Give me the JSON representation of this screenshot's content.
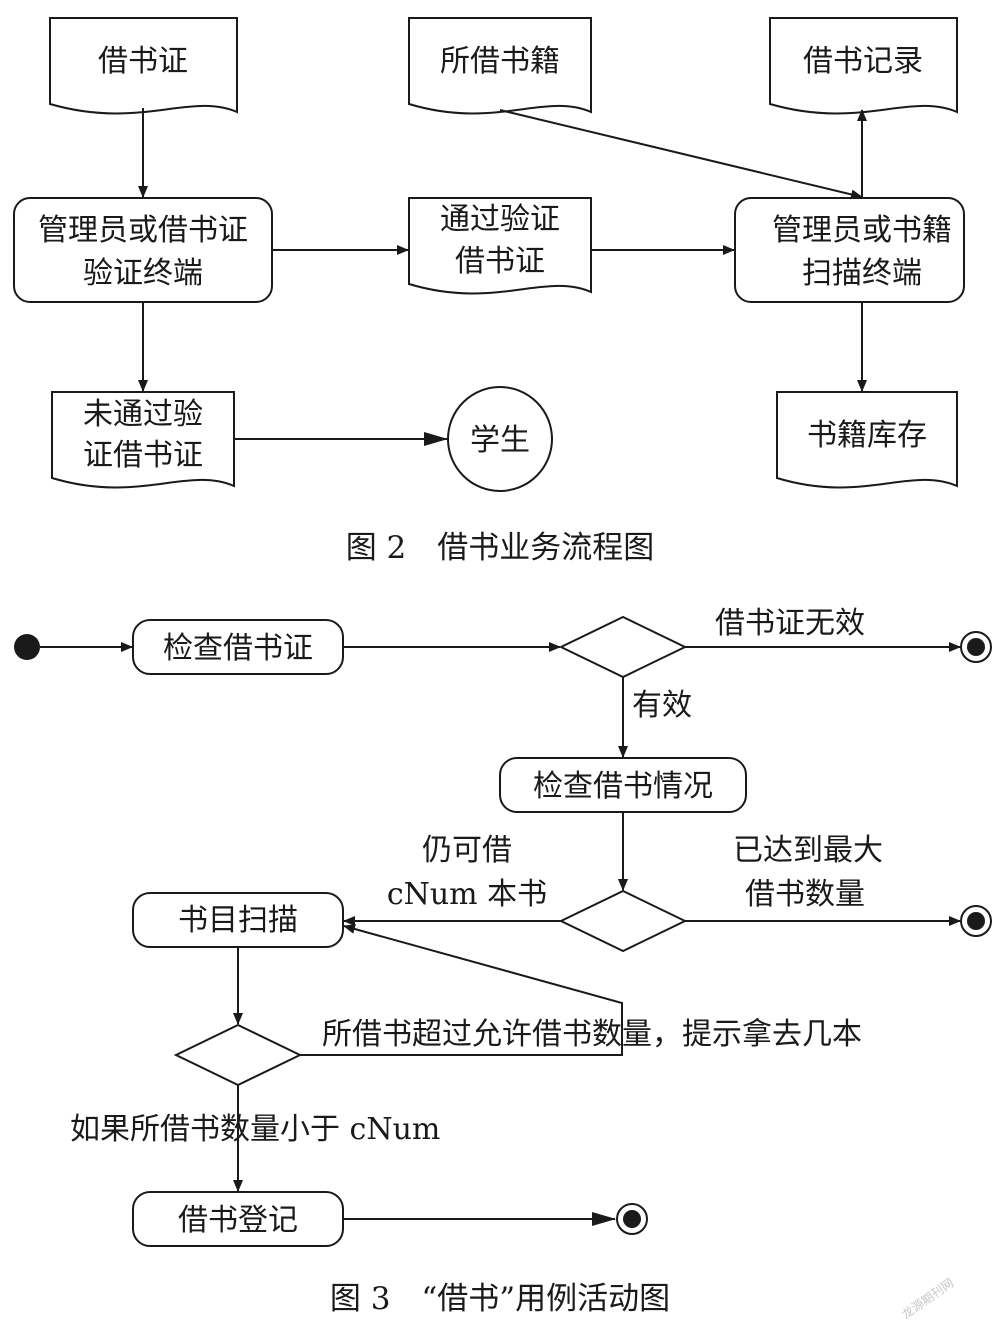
{
  "figure2": {
    "nodes": {
      "card": "借书证",
      "books": "所借书籍",
      "record": "借书记录",
      "verify_terminal": [
        "管理员或借书证",
        "验证终端"
      ],
      "passed": [
        "通过验证",
        "借书证"
      ],
      "scan_terminal": [
        "管理员或书籍",
        "扫描终端"
      ],
      "failed": [
        "未通过验",
        "证借书证"
      ],
      "student": "学生",
      "inventory": "书籍库存"
    },
    "caption": "图 2　借书业务流程图"
  },
  "figure3": {
    "activities": {
      "check_card": "检查借书证",
      "check_status": "检查借书情况",
      "scan": "书目扫描",
      "register": "借书登记"
    },
    "guards": {
      "invalid": "借书证无效",
      "valid": "有效",
      "can_borrow": [
        "仍可借",
        "cNum 本书"
      ],
      "max_reached": [
        "已达到最大",
        "借书数量"
      ],
      "exceed": "所借书超过允许借书数量，提示拿去几本",
      "less_than": "如果所借书数量小于 cNum"
    },
    "caption": "图 3　“借书”用例活动图"
  },
  "watermark": "龙源期刊网"
}
